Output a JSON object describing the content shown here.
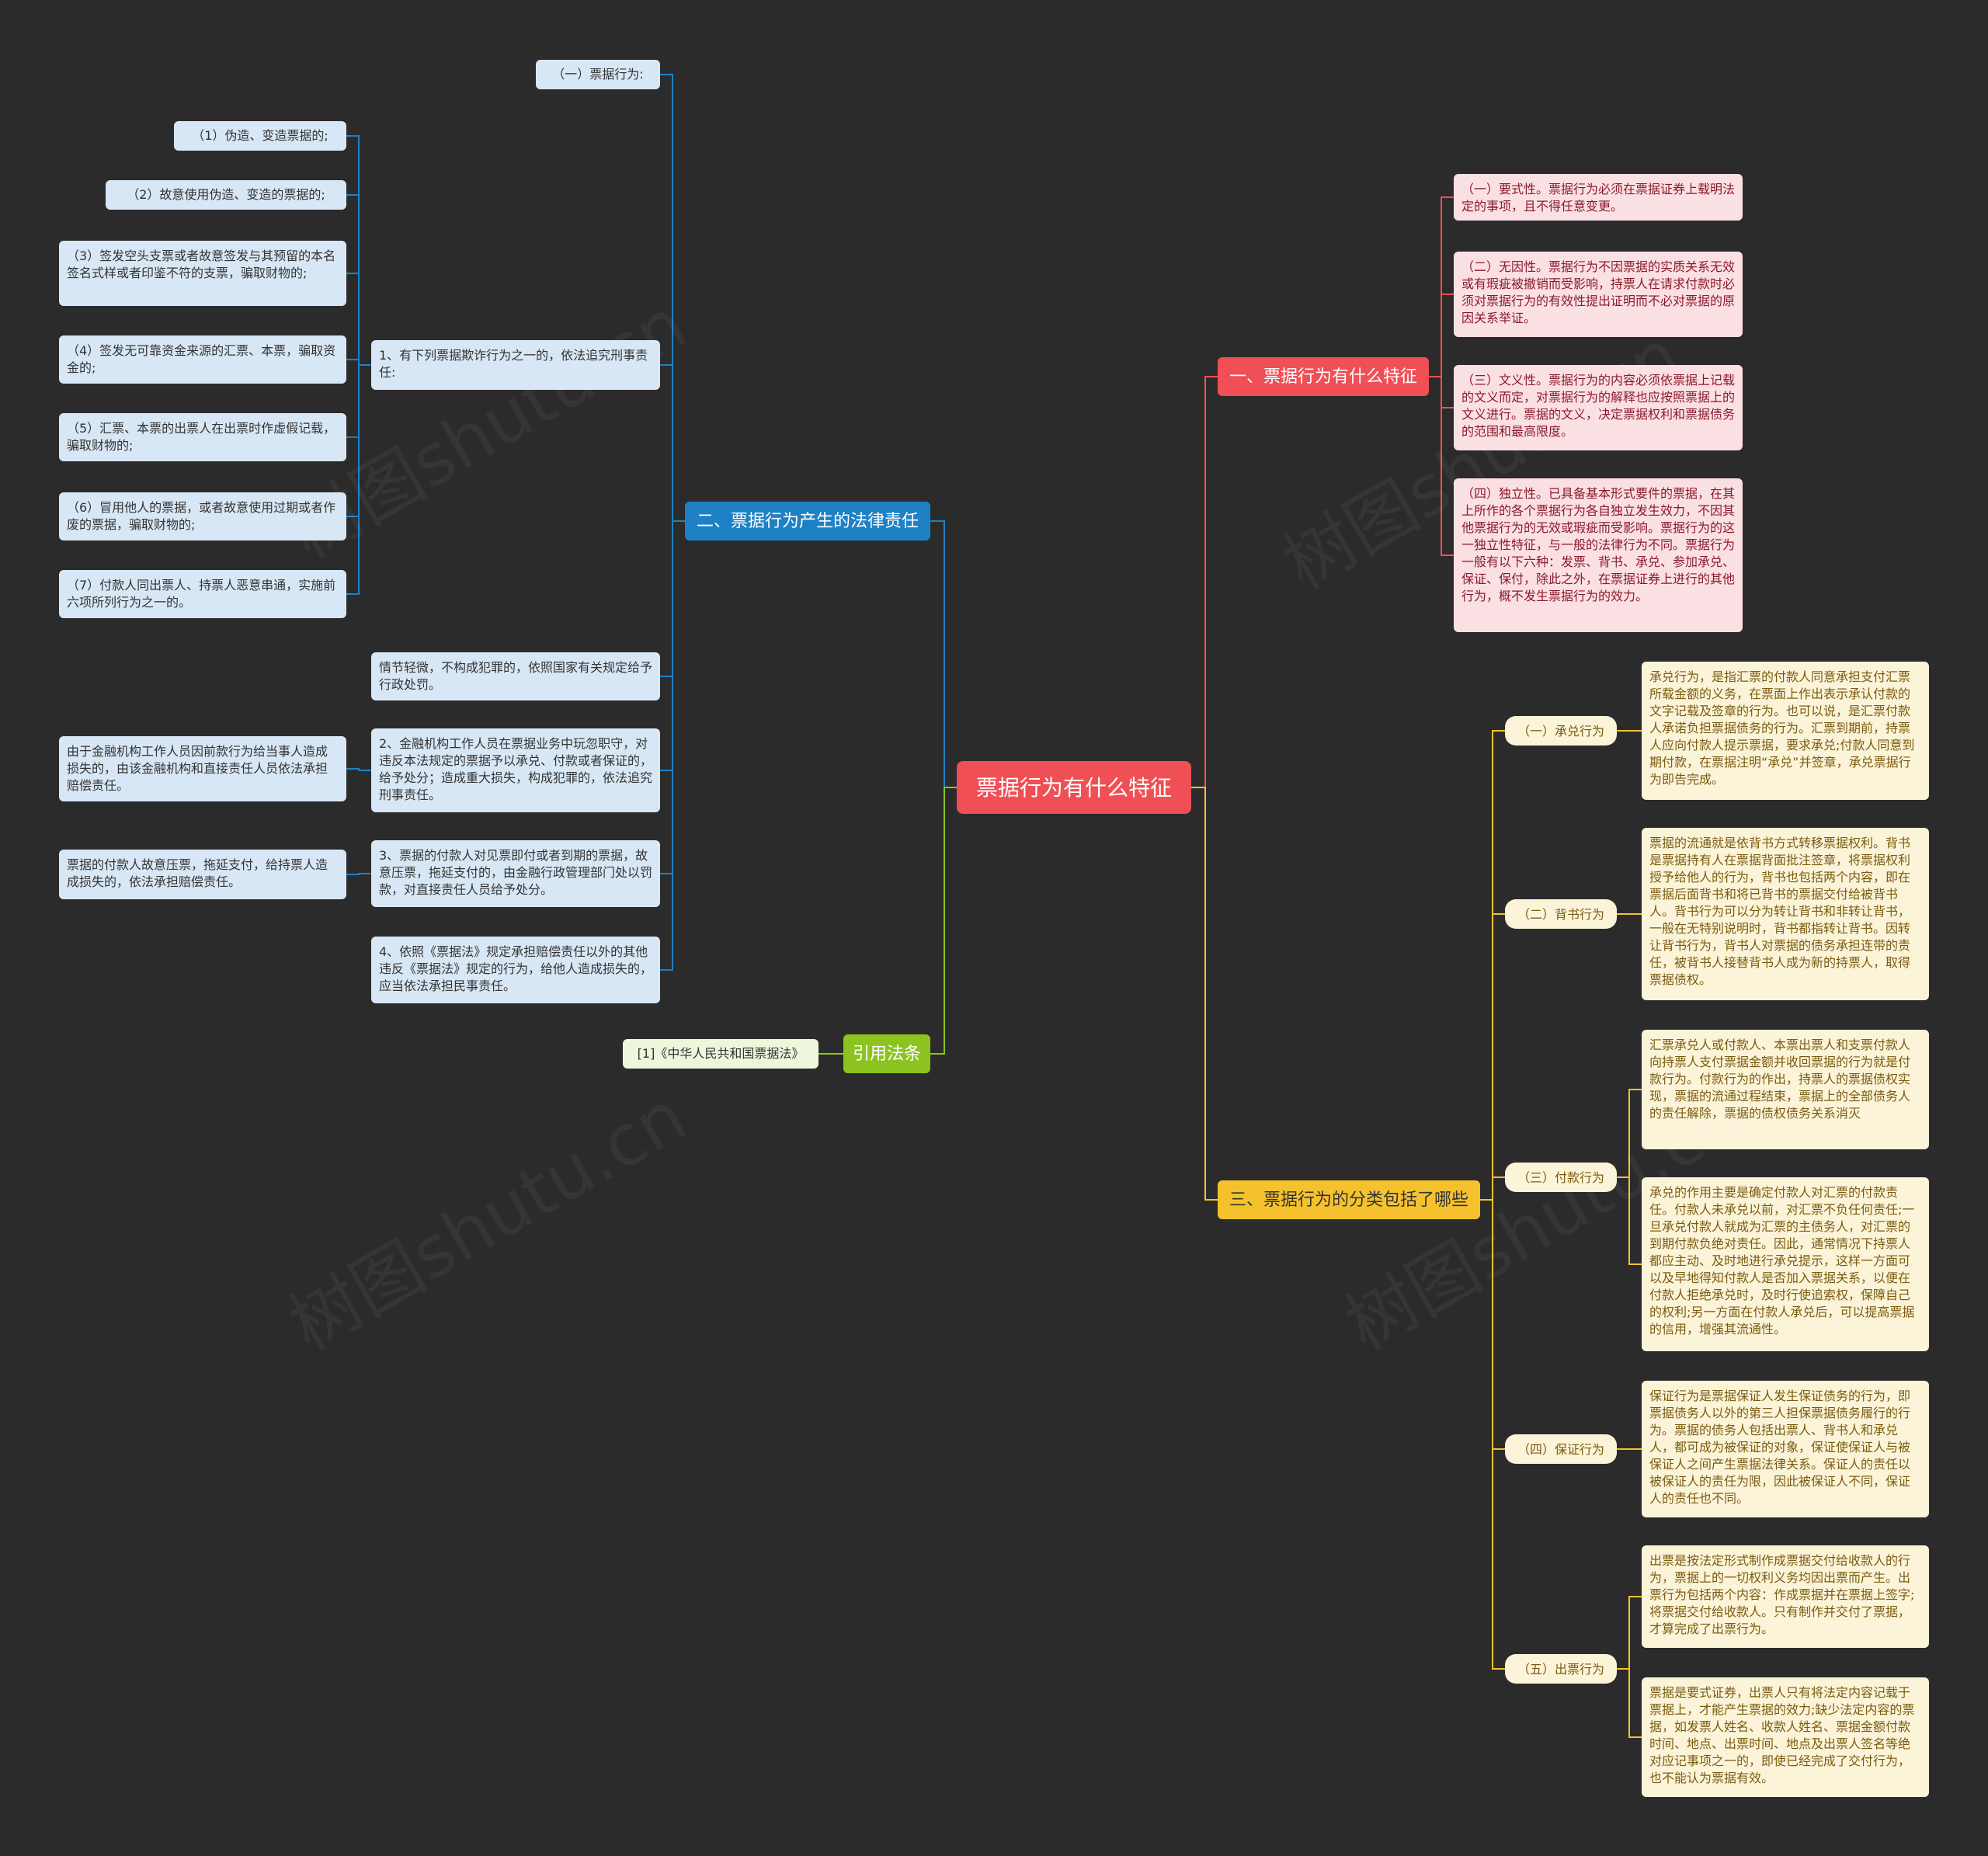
{
  "colors": {
    "background": "#2b2b2b",
    "root": "#ef4f55",
    "branch_legal": "#1e81c6",
    "branch_features": "#ef4f55",
    "branch_types": "#f5c22e",
    "branch_refs": "#8cc321"
  },
  "root": "票据行为有什么特征",
  "branches": {
    "features": {
      "label": "一、票据行为有什么特征",
      "items": [
        "（一）要式性。票据行为必须在票据证券上载明法定的事项，且不得任意变更。",
        "（二）无因性。票据行为不因票据的实质关系无效或有瑕疵被撤销而受影响，持票人在请求付款时必须对票据行为的有效性提出证明而不必对票据的原因关系举证。",
        "（三）文义性。票据行为的内容必须依票据上记载的文义而定，对票据行为的解释也应按照票据上的文义进行。票据的文义，决定票据权利和票据债务的范围和最高限度。",
        "（四）独立性。已具备基本形式要件的票据，在其上所作的各个票据行为各自独立发生效力，不因其他票据行为的无效或瑕疵而受影响。票据行为的这一独立性特征，与一般的法律行为不同。票据行为一般有以下六种：发票、背书、承兑、参加承兑、保证、保付，除此之外，在票据证券上进行的其他行为，概不发生票据行为的效力。"
      ]
    },
    "types": {
      "label": "三、票据行为的分类包括了哪些",
      "items": [
        {
          "label": "（一）承兑行为",
          "details": [
            "承兑行为，是指汇票的付款人同意承担支付汇票所载金额的义务，在票面上作出表示承认付款的文字记载及签章的行为。也可以说，是汇票付款人承诺负担票据债务的行为。汇票到期前，持票人应向付款人提示票据，要求承兑;付款人同意到期付款，在票据注明“承兑”并签章，承兑票据行为即告完成。"
          ]
        },
        {
          "label": "（二）背书行为",
          "details": [
            "票据的流通就是依背书方式转移票据权利。背书是票据持有人在票据背面批注签章，将票据权利授予给他人的行为，背书也包括两个内容，即在票据后面背书和将已背书的票据交付给被背书人。背书行为可以分为转让背书和非转让背书，一般在无特别说明时，背书都指转让背书。因转让背书行为，背书人对票据的债务承担连带的责任，被背书人接替背书人成为新的持票人，取得票据债权。"
          ]
        },
        {
          "label": "（三）付款行为",
          "details": [
            "汇票承兑人或付款人、本票出票人和支票付款人向持票人支付票据金额并收回票据的行为就是付款行为。付款行为的作出，持票人的票据债权实现，票据的流通过程结束，票据上的全部债务人的责任解除，票据的债权债务关系消灭",
            "承兑的作用主要是确定付款人对汇票的付款责任。付款人未承兑以前，对汇票不负任何责任;一旦承兑付款人就成为汇票的主债务人，对汇票的到期付款负绝对责任。因此，通常情况下持票人都应主动、及时地进行承兑提示，这样一方面可以及早地得知付款人是否加入票据关系，以便在付款人拒绝承兑时，及时行使追索权，保障自己的权利;另一方面在付款人承兑后，可以提高票据的信用，增强其流通性。"
          ]
        },
        {
          "label": "（四）保证行为",
          "details": [
            "保证行为是票据保证人发生保证债务的行为，即票据债务人以外的第三人担保票据债务履行的行为。票据的债务人包括出票人、背书人和承兑人，都可成为被保证的对象，保证使保证人与被保证人之间产生票据法律关系。保证人的责任以被保证人的责任为限，因此被保证人不同，保证人的责任也不同。"
          ]
        },
        {
          "label": "（五）出票行为",
          "details": [
            "出票是按法定形式制作成票据交付给收款人的行为，票据上的一切权利义务均因出票而产生。出票行为包括两个内容：作成票据并在票据上签字;将票据交付给收款人。只有制作并交付了票据，才算完成了出票行为。",
            "票据是要式证券，出票人只有将法定内容记载于票据上，才能产生票据的效力;缺少法定内容的票据，如发票人姓名、收款人姓名、票据金额付款时间、地点、出票时间、地点及出票人签名等绝对应记事项之一的，即使已经完成了交付行为，也不能认为票据有效。"
          ]
        }
      ]
    },
    "legal": {
      "label": "二、票据行为产生的法律责任",
      "items": [
        {
          "text": "（一）票据行为:",
          "children": []
        },
        {
          "text": "1、有下列票据欺诈行为之一的，依法追究刑事责任:",
          "children": [
            "（1）伪造、变造票据的;",
            "（2）故意使用伪造、变造的票据的;",
            "（3）签发空头支票或者故意签发与其预留的本名签名式样或者印鉴不符的支票，骗取财物的;",
            "（4）签发无可靠资金来源的汇票、本票，骗取资金的;",
            "（5）汇票、本票的出票人在出票时作虚假记载，骗取财物的;",
            "（6）冒用他人的票据，或者故意使用过期或者作废的票据，骗取财物的;",
            "（7）付款人同出票人、持票人恶意串通，实施前六项所列行为之一的。"
          ]
        },
        {
          "text": "情节轻微，不构成犯罪的，依照国家有关规定给予行政处罚。",
          "children": []
        },
        {
          "text": "2、金融机构工作人员在票据业务中玩忽职守，对违反本法规定的票据予以承兑、付款或者保证的，给予处分；造成重大损失，构成犯罪的，依法追究刑事责任。",
          "children": [
            "由于金融机构工作人员因前款行为给当事人造成损失的，由该金融机构和直接责任人员依法承担赔偿责任。"
          ]
        },
        {
          "text": "3、票据的付款人对见票即付或者到期的票据，故意压票，拖延支付的，由金融行政管理部门处以罚款，对直接责任人员给予处分。",
          "children": [
            "票据的付款人故意压票，拖延支付，给持票人造成损失的，依法承担赔偿责任。"
          ]
        },
        {
          "text": "4、依照《票据法》规定承担赔偿责任以外的其他违反《票据法》规定的行为，给他人造成损失的，应当依法承担民事责任。",
          "children": []
        }
      ]
    },
    "refs": {
      "label": "引用法条",
      "items": [
        "[1]《中华人民共和国票据法》"
      ]
    }
  }
}
